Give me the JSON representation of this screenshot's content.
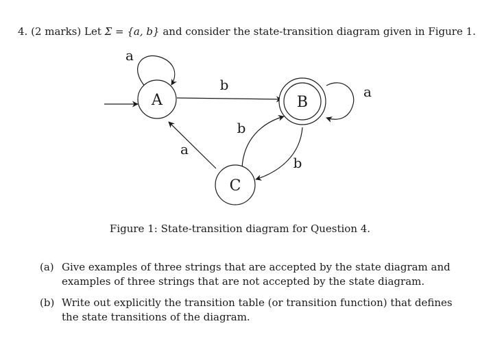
{
  "question": {
    "number": "4.",
    "marks": "(2 marks)",
    "text_before": "Let",
    "math_alphabet": "Σ = {a, b}",
    "text_after": "and consider the state-transition diagram given in Figure 1."
  },
  "diagram": {
    "states": [
      {
        "id": "A",
        "label": "A",
        "accepting": false,
        "initial": true
      },
      {
        "id": "B",
        "label": "B",
        "accepting": true,
        "initial": false
      },
      {
        "id": "C",
        "label": "C",
        "accepting": false,
        "initial": false
      }
    ],
    "transitions": [
      {
        "from": "A",
        "to": "A",
        "label": "a"
      },
      {
        "from": "A",
        "to": "B",
        "label": "b"
      },
      {
        "from": "B",
        "to": "B",
        "label": "a"
      },
      {
        "from": "B",
        "to": "C",
        "label": "b"
      },
      {
        "from": "C",
        "to": "B",
        "label": "b"
      },
      {
        "from": "C",
        "to": "A",
        "label": "a"
      }
    ]
  },
  "caption": "Figure 1: State-transition diagram for Question 4.",
  "parts": [
    {
      "label": "(a)",
      "text": "Give examples of three strings that are accepted by the state diagram and examples of three strings that are not accepted by the state diagram."
    },
    {
      "label": "(b)",
      "text": "Write out explicitly the transition table (or transition function) that defines the state transitions of the diagram."
    }
  ]
}
